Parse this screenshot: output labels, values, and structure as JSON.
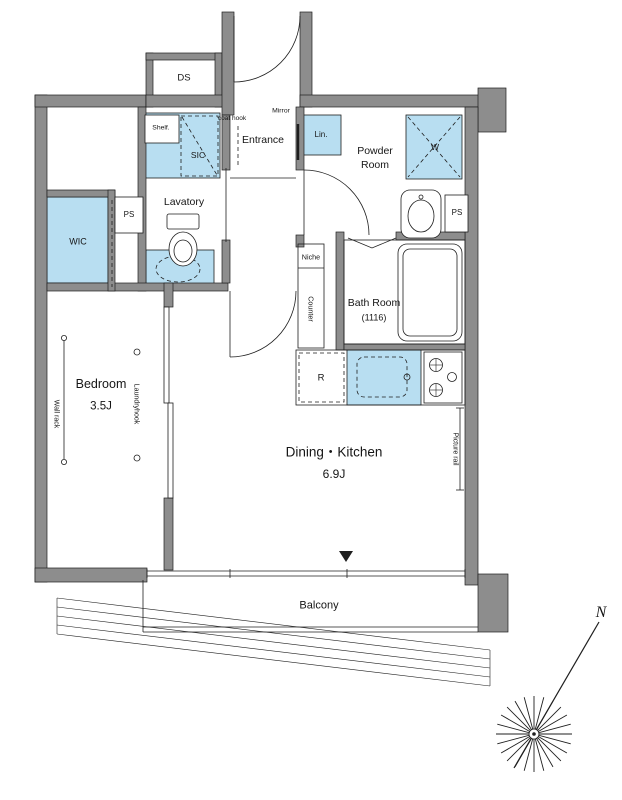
{
  "colors": {
    "wall": "#8d8d8d",
    "blue": "#b8def1",
    "line": "#1f1f1f"
  },
  "rooms": {
    "entrance": "Entrance",
    "powder_room_1": "Powder",
    "powder_room_2": "Room",
    "lavatory": "Lavatory",
    "bath_room": "Bath Room",
    "bath_room_size": "(1116)",
    "bedroom": "Bedroom",
    "bedroom_size": "3.5J",
    "dining_kitchen": "Dining・Kitchen",
    "dining_kitchen_size": "6.9J",
    "balcony": "Balcony"
  },
  "storage": {
    "ds": "DS",
    "shelf": "Shelf.",
    "sic": "SIC",
    "lin": "Lin.",
    "wic": "WIC",
    "washer": "W",
    "refrigerator": "R",
    "ps_left": "PS",
    "ps_right": "PS"
  },
  "features": {
    "coat_hook": "coat hook",
    "mirror": "Mirror",
    "niche": "Niche",
    "counter": "Counter",
    "wall_rack": "Wall rack",
    "laundry_hook": "Laundryhook",
    "picture_rail": "Picture rail"
  },
  "compass": {
    "north": "N"
  }
}
